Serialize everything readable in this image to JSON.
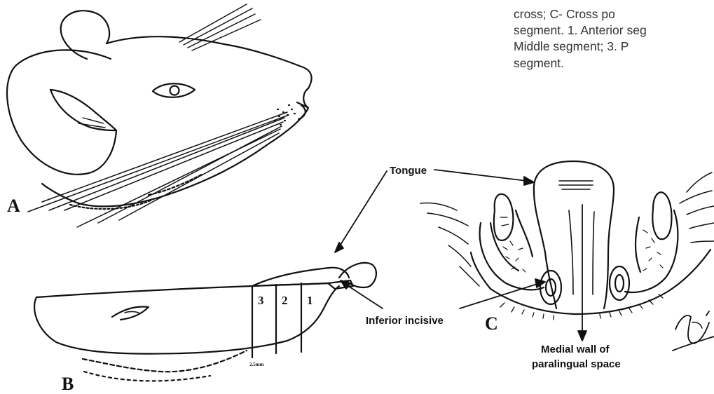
{
  "caption": {
    "lines": [
      "cross;  C-  Cross  po",
      "segment. 1. Anterior seg",
      "Middle  segment;  3.  P",
      "segment."
    ]
  },
  "panels": {
    "a": "A",
    "b": "B",
    "c": "C"
  },
  "segments": {
    "s3": "3",
    "s2": "2",
    "s1": "1"
  },
  "scale_bar": "2.5mm",
  "labels": {
    "tongue": "Tongue",
    "inferior_incisive": "Inferior incisive",
    "medial_wall_1": "Medial wall of",
    "medial_wall_2": "paralingual space"
  }
}
